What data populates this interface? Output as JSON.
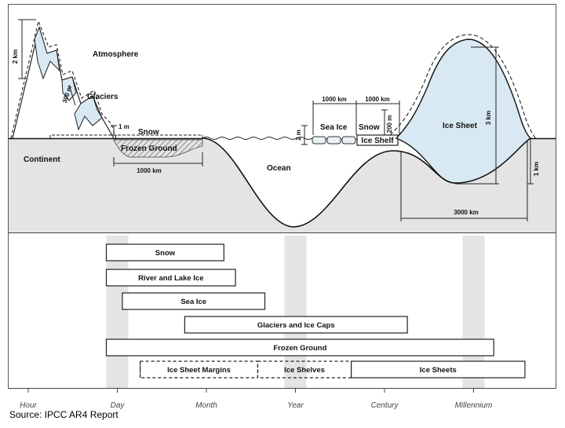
{
  "diagram": {
    "labels": {
      "atmosphere": "Atmosphere",
      "glaciers": "Glaciers",
      "snow_land": "Snow",
      "frozen_ground": "Frozen Ground",
      "continent": "Continent",
      "ocean": "Ocean",
      "sea_ice": "Sea Ice",
      "snow_shelf": "Snow",
      "ice_shelf": "Ice Shelf",
      "ice_sheet": "Ice Sheet"
    },
    "dimensions": {
      "mountain_height": "2 km",
      "glacier_thickness": "300 m",
      "snow_depth": "1 m",
      "frozen_ground_extent": "1000 km",
      "sea_ice_thickness": "2 m",
      "sea_ice_extent": "1000 km",
      "ice_shelf_extent": "1000 km",
      "ice_shelf_thickness": "200 m",
      "ice_sheet_height": "3 km",
      "ice_sheet_depression": "1 km",
      "ice_sheet_width": "3000 km"
    },
    "colors": {
      "ice": "#d8e9f3",
      "land": "#e4e4e4",
      "column_band": "#e4e4e4"
    }
  },
  "timescale": {
    "axis_ticks": [
      "Hour",
      "Day",
      "Month",
      "Year",
      "Century",
      "Millennium"
    ],
    "bars": [
      {
        "label": "Snow",
        "start": 1.0,
        "end": 2.32
      },
      {
        "label": "River and Lake Ice",
        "start": 1.0,
        "end": 2.45
      },
      {
        "label": "Sea Ice",
        "start": 1.18,
        "end": 2.78
      },
      {
        "label": "Glaciers and Ice Caps",
        "start": 1.88,
        "end": 4.38
      },
      {
        "label": "Frozen Ground",
        "start": 1.0,
        "end": 5.35
      },
      {
        "label": "Ice Sheet Margins",
        "start": 1.38,
        "end": 2.7
      },
      {
        "label": "Ice Shelves",
        "start": 2.7,
        "end": 3.75
      },
      {
        "label": "Ice Sheets",
        "start": 3.75,
        "end": 5.7
      }
    ]
  },
  "source": "Source: IPCC AR4 Report"
}
